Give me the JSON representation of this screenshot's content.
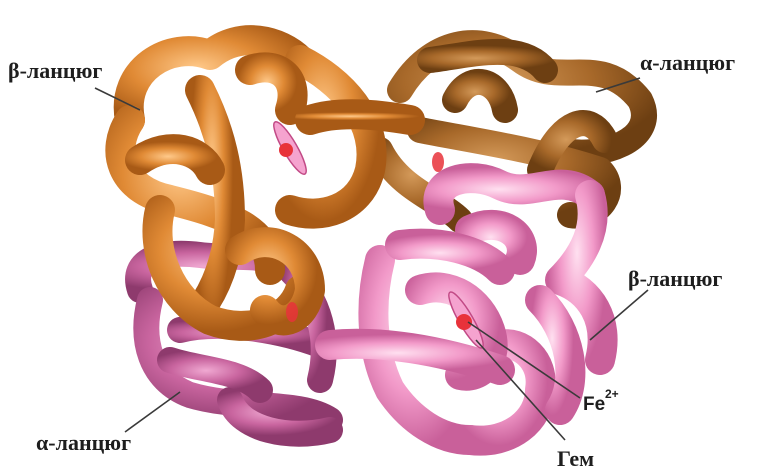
{
  "labels": {
    "beta_top_left": "β-ланцюг",
    "alpha_top_right": "α-ланцюг",
    "beta_right": "β-ланцюг",
    "alpha_bottom_left": "α-ланцюг",
    "iron": "Fe",
    "iron_charge": "2+",
    "heme": "Гем"
  },
  "colors": {
    "beta_chain_1": "#e08a35",
    "alpha_chain_1": "#a8692a",
    "alpha_chain_2": "#c9659f",
    "beta_chain_2": "#f29ac9",
    "heme": "#f5a3cf",
    "iron": "#e8323a"
  }
}
